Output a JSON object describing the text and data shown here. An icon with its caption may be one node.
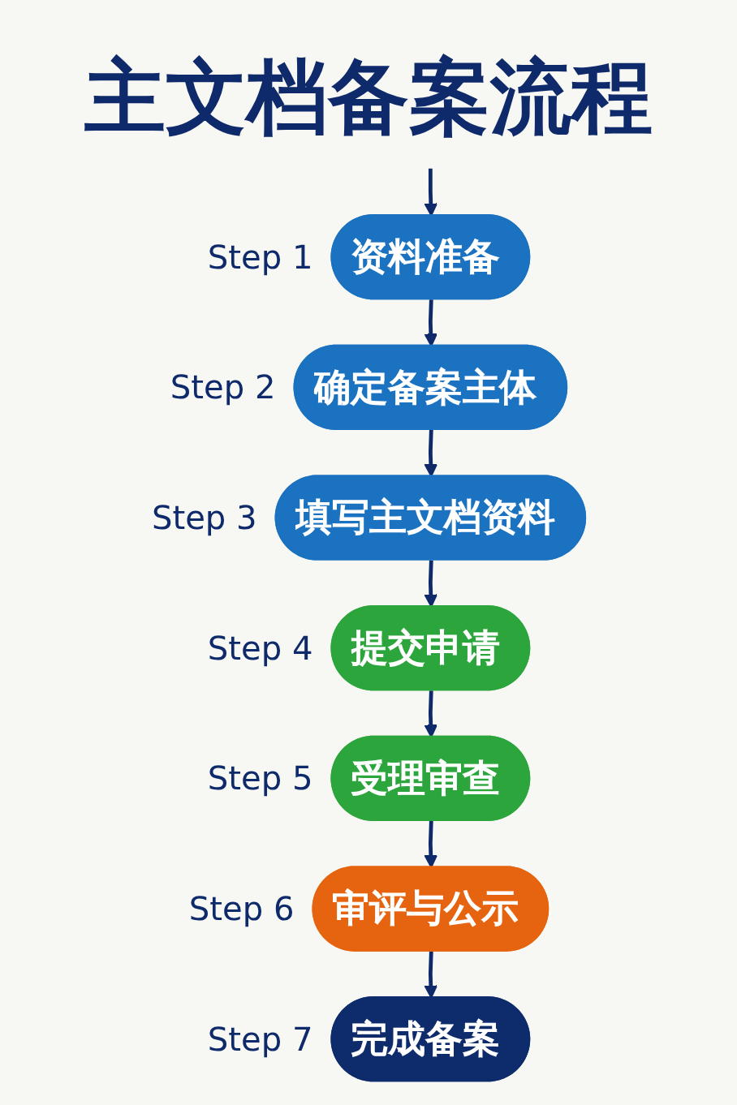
{
  "diagram": {
    "title": "主文档备案流程",
    "nodes": [
      {
        "text": [
          "资料准备"
        ],
        "beside": [
          "Step 1"
        ]
      },
      {
        "text": [
          "确定备案主体"
        ],
        "beside": [
          "Step 2"
        ]
      },
      {
        "text": [
          "填写主文档资料"
        ],
        "beside": [
          "Step 3"
        ]
      },
      {
        "text": [
          "提交申请"
        ],
        "beside": [
          "Step 4"
        ]
      },
      {
        "text": [
          "受理审查"
        ],
        "beside": [
          "Step 5"
        ]
      },
      {
        "text": [
          "审评与公示"
        ],
        "beside": [
          "Step 6"
        ]
      },
      {
        "text": [
          "完成备案"
        ],
        "beside": [
          "Step 7"
        ]
      }
    ],
    "edges": [
      {
        "from": null,
        "to": 0,
        "arrow": "to"
      },
      {
        "from": 0,
        "to": 1,
        "arrow": "to"
      },
      {
        "from": 1,
        "to": 2,
        "arrow": "to"
      },
      {
        "from": 2,
        "to": 3,
        "arrow": "to"
      },
      {
        "from": 3,
        "to": 4,
        "arrow": "to"
      },
      {
        "from": 4,
        "to": 5,
        "arrow": "to"
      },
      {
        "from": 5,
        "to": 6,
        "arrow": "to"
      }
    ]
  }
}
